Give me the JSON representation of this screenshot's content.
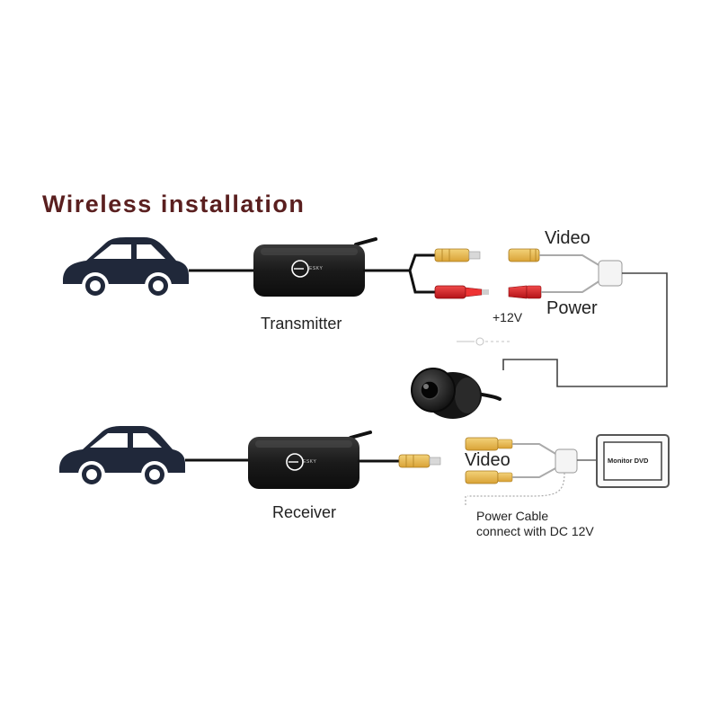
{
  "title": "Wireless installation",
  "transmitter": {
    "label": "Transmitter",
    "brand": "ESKY"
  },
  "receiver": {
    "label": "Receiver",
    "brand": "ESKY"
  },
  "camera_side": {
    "video_label": "Video",
    "power_label": "Power",
    "voltage_label": "+12V"
  },
  "monitor_side": {
    "video_label": "Video",
    "monitor_label": "Monitor DVD",
    "power_note_line1": "Power Cable",
    "power_note_line2": "connect with DC 12V"
  },
  "colors": {
    "title": "#5a1f1f",
    "video_plug": "#e7b54b",
    "power_plug": "#d9232a",
    "device": "#1c1c1c"
  }
}
